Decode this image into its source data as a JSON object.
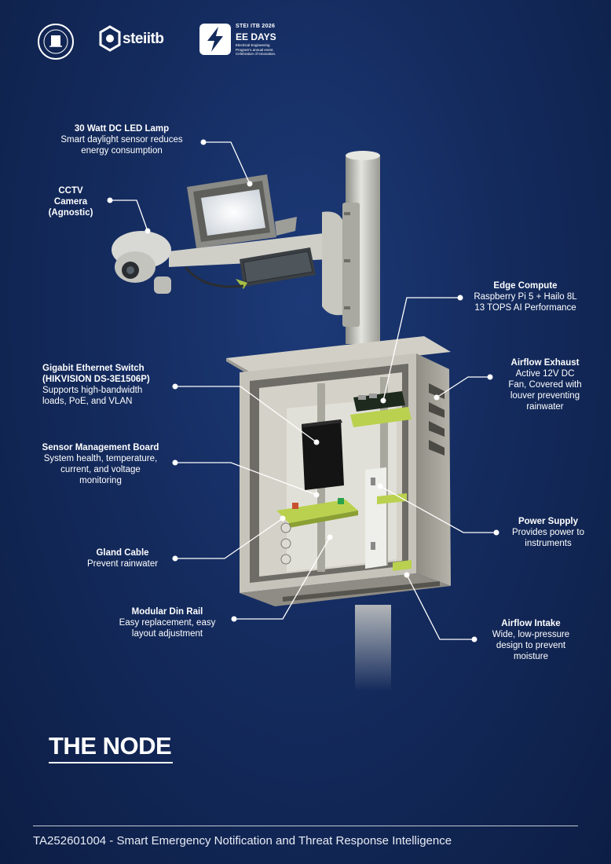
{
  "logos": {
    "university_icon": "seal-icon",
    "steiitb_text": "steiitb",
    "eedays_top": "STEI ITB   2026",
    "eedays_title": "EE DAYS",
    "eedays_sub": "Electrical Engineering\nProgram's annual event.\nCelebration of Innovation."
  },
  "callouts": {
    "lamp": {
      "title": "30 Watt DC LED Lamp",
      "desc": "Smart daylight sensor reduces\nenergy consumption"
    },
    "cctv": {
      "title": "CCTV\nCamera\n(Agnostic)",
      "desc": ""
    },
    "edge": {
      "title": "Edge Compute",
      "desc": "Raspberry Pi 5 + Hailo 8L\n13 TOPS AI Performance"
    },
    "exhaust": {
      "title": "Airflow Exhaust",
      "desc": "Active 12V DC\nFan, Covered with\nlouver preventing\nrainwater"
    },
    "switch": {
      "title": "Gigabit Ethernet Switch\n(HIKVISION DS-3E1506P)",
      "desc": "Supports high-bandwidth\nloads, PoE, and VLAN"
    },
    "sensor": {
      "title": "Sensor Management Board",
      "desc": "System health, temperature,\ncurrent, and voltage\nmonitoring"
    },
    "power": {
      "title": "Power Supply",
      "desc": "Provides power to\ninstruments"
    },
    "gland": {
      "title": "Gland Cable",
      "desc": "Prevent rainwater"
    },
    "din": {
      "title": "Modular Din Rail",
      "desc": "Easy replacement, easy\nlayout adjustment"
    },
    "intake": {
      "title": "Airflow Intake",
      "desc": "Wide, low-pressure\ndesign to prevent\nmoisture"
    }
  },
  "title": "THE NODE",
  "footer": "TA252601004 - Smart Emergency Notification and Threat Response Intelligence",
  "colors": {
    "background": "#142b5e",
    "enclosure": "#bdbbb0",
    "pcb": "#b9d14e",
    "pole": "#d8d8d2"
  }
}
